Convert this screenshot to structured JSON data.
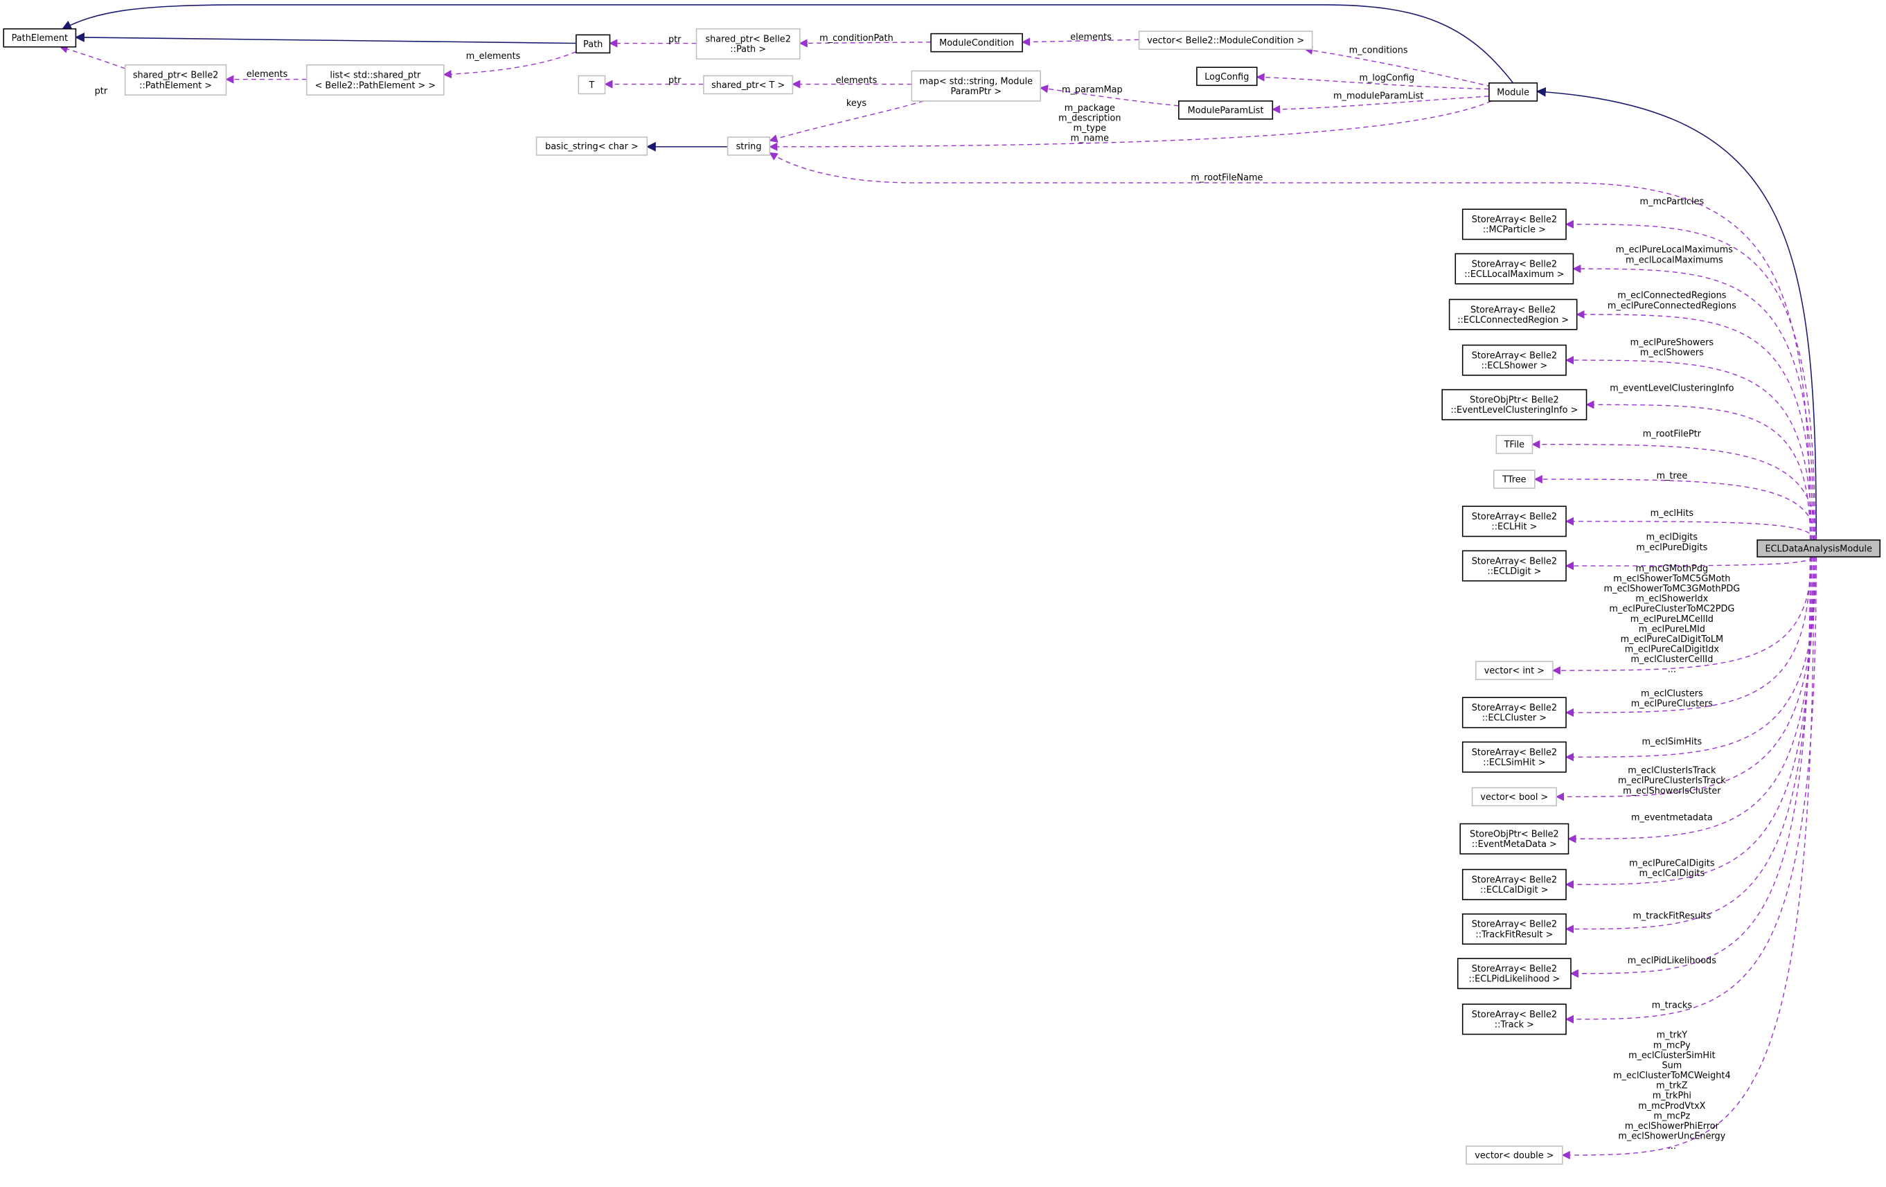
{
  "colors": {
    "inherit_edge": "#191970",
    "use_edge": "#9a32cd",
    "focus_fill": "#bfbfbf",
    "gray_border": "#bfbfbf"
  },
  "nodes": [
    {
      "id": "PathElement",
      "label": [
        "PathElement"
      ],
      "style": "solid"
    },
    {
      "id": "Path",
      "label": [
        "Path"
      ],
      "style": "solid"
    },
    {
      "id": "sharedPath",
      "label": [
        "shared_ptr< Belle2",
        "::Path >"
      ],
      "style": "gray"
    },
    {
      "id": "ModuleCondition",
      "label": [
        "ModuleCondition"
      ],
      "style": "solid"
    },
    {
      "id": "vecModCond",
      "label": [
        "vector< Belle2::ModuleCondition >"
      ],
      "style": "gray"
    },
    {
      "id": "sharedPE",
      "label": [
        "shared_ptr< Belle2",
        "::PathElement >"
      ],
      "style": "gray"
    },
    {
      "id": "listPE",
      "label": [
        "list< std::shared_ptr",
        "< Belle2::PathElement > >"
      ],
      "style": "gray"
    },
    {
      "id": "T",
      "label": [
        "T"
      ],
      "style": "gray"
    },
    {
      "id": "sharedT",
      "label": [
        "shared_ptr< T >"
      ],
      "style": "gray"
    },
    {
      "id": "mapParam",
      "label": [
        "map< std::string, Module",
        "ParamPtr >"
      ],
      "style": "gray"
    },
    {
      "id": "LogConfig",
      "label": [
        "LogConfig"
      ],
      "style": "solid"
    },
    {
      "id": "ModuleParamList",
      "label": [
        "ModuleParamList"
      ],
      "style": "solid"
    },
    {
      "id": "Module",
      "label": [
        "Module"
      ],
      "style": "solid"
    },
    {
      "id": "basicString",
      "label": [
        "basic_string< char >"
      ],
      "style": "gray"
    },
    {
      "id": "string",
      "label": [
        "string"
      ],
      "style": "gray"
    },
    {
      "id": "ECL",
      "label": [
        "ECLDataAnalysisModule"
      ],
      "style": "focus"
    },
    {
      "id": "saMCParticle",
      "label": [
        "StoreArray< Belle2",
        "::MCParticle >"
      ],
      "style": "solid"
    },
    {
      "id": "saLocalMax",
      "label": [
        "StoreArray< Belle2",
        "::ECLLocalMaximum >"
      ],
      "style": "solid"
    },
    {
      "id": "saConnReg",
      "label": [
        "StoreArray< Belle2",
        "::ECLConnectedRegion >"
      ],
      "style": "solid"
    },
    {
      "id": "saShower",
      "label": [
        "StoreArray< Belle2",
        "::ECLShower >"
      ],
      "style": "solid"
    },
    {
      "id": "sopEventLevel",
      "label": [
        "StoreObjPtr< Belle2",
        "::EventLevelClusteringInfo >"
      ],
      "style": "solid"
    },
    {
      "id": "TFile",
      "label": [
        "TFile"
      ],
      "style": "gray"
    },
    {
      "id": "TTree",
      "label": [
        "TTree"
      ],
      "style": "gray"
    },
    {
      "id": "saHit",
      "label": [
        "StoreArray< Belle2",
        "::ECLHit >"
      ],
      "style": "solid"
    },
    {
      "id": "saDigit",
      "label": [
        "StoreArray< Belle2",
        "::ECLDigit >"
      ],
      "style": "solid"
    },
    {
      "id": "vecInt",
      "label": [
        "vector< int >"
      ],
      "style": "gray"
    },
    {
      "id": "saCluster",
      "label": [
        "StoreArray< Belle2",
        "::ECLCluster >"
      ],
      "style": "solid"
    },
    {
      "id": "saSimHit",
      "label": [
        "StoreArray< Belle2",
        "::ECLSimHit >"
      ],
      "style": "solid"
    },
    {
      "id": "vecBool",
      "label": [
        "vector< bool >"
      ],
      "style": "gray"
    },
    {
      "id": "sopEventMeta",
      "label": [
        "StoreObjPtr< Belle2",
        "::EventMetaData >"
      ],
      "style": "solid"
    },
    {
      "id": "saCalDigit",
      "label": [
        "StoreArray< Belle2",
        "::ECLCalDigit >"
      ],
      "style": "solid"
    },
    {
      "id": "saTrackFit",
      "label": [
        "StoreArray< Belle2",
        "::TrackFitResult >"
      ],
      "style": "solid"
    },
    {
      "id": "saPid",
      "label": [
        "StoreArray< Belle2",
        "::ECLPidLikelihood >"
      ],
      "style": "solid"
    },
    {
      "id": "saTrack",
      "label": [
        "StoreArray< Belle2",
        "::Track >"
      ],
      "style": "solid"
    },
    {
      "id": "vecDouble",
      "label": [
        "vector< double >"
      ],
      "style": "gray"
    }
  ],
  "edges": [
    {
      "id": "e1",
      "from": "Module",
      "to": "PathElement",
      "type": "inherit",
      "label": []
    },
    {
      "id": "e2",
      "from": "Path",
      "to": "PathElement",
      "type": "inherit",
      "label": []
    },
    {
      "id": "e3",
      "from": "sharedPE",
      "to": "PathElement",
      "type": "use",
      "label": [
        "ptr"
      ]
    },
    {
      "id": "e4",
      "from": "listPE",
      "to": "sharedPE",
      "type": "use",
      "label": [
        "elements"
      ]
    },
    {
      "id": "e5",
      "from": "Path",
      "to": "listPE",
      "type": "use",
      "label": [
        "m_elements"
      ]
    },
    {
      "id": "e6",
      "from": "sharedPath",
      "to": "Path",
      "type": "use",
      "label": [
        "ptr"
      ]
    },
    {
      "id": "e7",
      "from": "ModuleCondition",
      "to": "sharedPath",
      "type": "use",
      "label": [
        "m_conditionPath"
      ]
    },
    {
      "id": "e8",
      "from": "vecModCond",
      "to": "ModuleCondition",
      "type": "use",
      "label": [
        "elements"
      ]
    },
    {
      "id": "e9",
      "from": "Module",
      "to": "vecModCond",
      "type": "use",
      "label": [
        "m_conditions"
      ]
    },
    {
      "id": "e10",
      "from": "sharedT",
      "to": "T",
      "type": "use",
      "label": [
        "ptr"
      ]
    },
    {
      "id": "e11",
      "from": "mapParam",
      "to": "sharedT",
      "type": "use",
      "label": [
        "elements"
      ]
    },
    {
      "id": "e12",
      "from": "mapParam",
      "to": "string",
      "type": "use",
      "label": [
        "keys"
      ]
    },
    {
      "id": "e13",
      "from": "Module",
      "to": "LogConfig",
      "type": "use",
      "label": [
        "m_logConfig"
      ]
    },
    {
      "id": "e14",
      "from": "ModuleParamList",
      "to": "mapParam",
      "type": "use",
      "label": [
        "m_paramMap"
      ]
    },
    {
      "id": "e15",
      "from": "Module",
      "to": "ModuleParamList",
      "type": "use",
      "label": [
        "m_moduleParamList"
      ]
    },
    {
      "id": "e16",
      "from": "Module",
      "to": "string",
      "type": "use",
      "label": [
        "m_package",
        "m_description",
        "m_type",
        "m_name"
      ]
    },
    {
      "id": "e17",
      "from": "string",
      "to": "basicString",
      "type": "inherit",
      "label": []
    },
    {
      "id": "e18",
      "from": "ECL",
      "to": "string",
      "type": "use",
      "label": [
        "m_rootFileName"
      ]
    },
    {
      "id": "e19",
      "from": "ECL",
      "to": "Module",
      "type": "inherit",
      "label": []
    },
    {
      "id": "e20",
      "from": "ECL",
      "to": "saMCParticle",
      "type": "use",
      "label": [
        "m_mcParticles"
      ]
    },
    {
      "id": "e21",
      "from": "ECL",
      "to": "saLocalMax",
      "type": "use",
      "label": [
        "m_eclPureLocalMaximums",
        "m_eclLocalMaximums"
      ]
    },
    {
      "id": "e22",
      "from": "ECL",
      "to": "saConnReg",
      "type": "use",
      "label": [
        "m_eclConnectedRegions",
        "m_eclPureConnectedRegions"
      ]
    },
    {
      "id": "e23",
      "from": "ECL",
      "to": "saShower",
      "type": "use",
      "label": [
        "m_eclPureShowers",
        "m_eclShowers"
      ]
    },
    {
      "id": "e24",
      "from": "ECL",
      "to": "sopEventLevel",
      "type": "use",
      "label": [
        "m_eventLevelClusteringInfo"
      ]
    },
    {
      "id": "e25",
      "from": "ECL",
      "to": "TFile",
      "type": "use",
      "label": [
        "m_rootFilePtr"
      ]
    },
    {
      "id": "e26",
      "from": "ECL",
      "to": "TTree",
      "type": "use",
      "label": [
        "m_tree"
      ]
    },
    {
      "id": "e27",
      "from": "ECL",
      "to": "saHit",
      "type": "use",
      "label": [
        "m_eclHits"
      ]
    },
    {
      "id": "e28",
      "from": "ECL",
      "to": "saDigit",
      "type": "use",
      "label": [
        "m_eclDigits",
        "m_eclPureDigits"
      ]
    },
    {
      "id": "e29",
      "from": "ECL",
      "to": "vecInt",
      "type": "use",
      "label": [
        "m_mcGMothPdg",
        "m_eclShowerToMC5GMoth",
        "m_eclShowerToMC3GMothPDG",
        "m_eclShowerIdx",
        "m_eclPureClusterToMC2PDG",
        "m_eclPureLMCellId",
        "m_eclPureLMId",
        "m_eclPureCalDigitToLM",
        "m_eclPureCalDigitIdx",
        "m_eclClusterCellId",
        "..."
      ]
    },
    {
      "id": "e30",
      "from": "ECL",
      "to": "saCluster",
      "type": "use",
      "label": [
        "m_eclClusters",
        "m_eclPureClusters"
      ]
    },
    {
      "id": "e31",
      "from": "ECL",
      "to": "saSimHit",
      "type": "use",
      "label": [
        "m_eclSimHits"
      ]
    },
    {
      "id": "e32",
      "from": "ECL",
      "to": "vecBool",
      "type": "use",
      "label": [
        "m_eclClusterIsTrack",
        "m_eclPureClusterIsTrack",
        "m_eclShowerIsCluster"
      ]
    },
    {
      "id": "e33",
      "from": "ECL",
      "to": "sopEventMeta",
      "type": "use",
      "label": [
        "m_eventmetadata"
      ]
    },
    {
      "id": "e34",
      "from": "ECL",
      "to": "saCalDigit",
      "type": "use",
      "label": [
        "m_eclPureCalDigits",
        "m_eclCalDigits"
      ]
    },
    {
      "id": "e35",
      "from": "ECL",
      "to": "saTrackFit",
      "type": "use",
      "label": [
        "m_trackFitResults"
      ]
    },
    {
      "id": "e36",
      "from": "ECL",
      "to": "saPid",
      "type": "use",
      "label": [
        "m_eclPidLikelihoods"
      ]
    },
    {
      "id": "e37",
      "from": "ECL",
      "to": "saTrack",
      "type": "use",
      "label": [
        "m_tracks"
      ]
    },
    {
      "id": "e38",
      "from": "ECL",
      "to": "vecDouble",
      "type": "use",
      "label": [
        "m_trkY",
        "m_mcPy",
        "m_eclClusterSimHit",
        "Sum",
        "m_eclClusterToMCWeight4",
        "m_trkZ",
        "m_trkPhi",
        "m_mcProdVtxX",
        "m_mcPz",
        "m_eclShowerPhiError",
        "m_eclShowerUncEnergy",
        "..."
      ]
    }
  ]
}
